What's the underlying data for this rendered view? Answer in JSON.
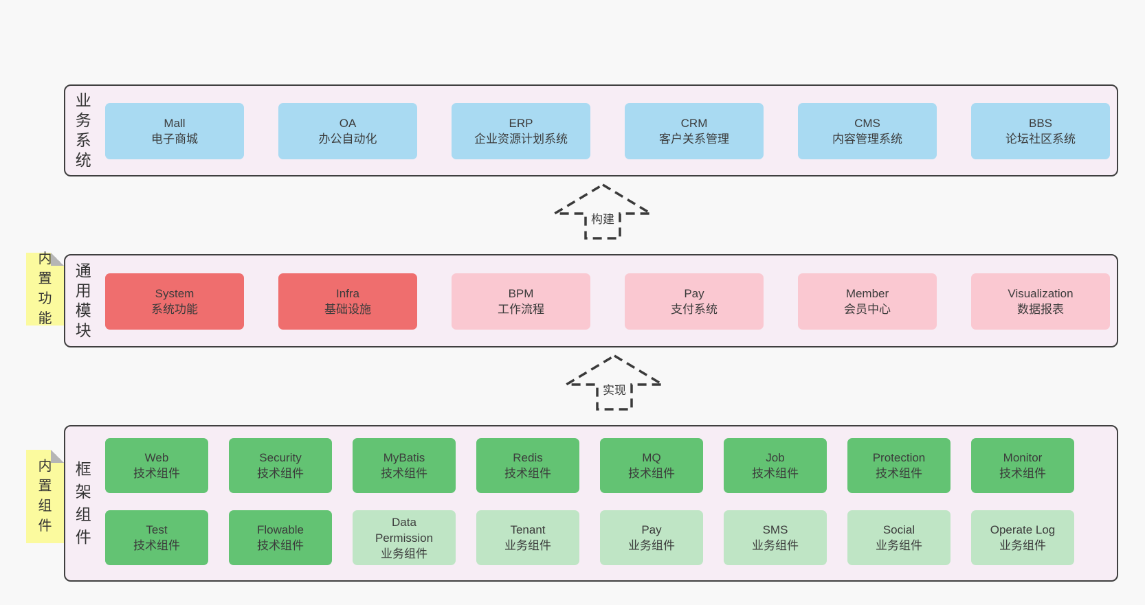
{
  "colors": {
    "page-bg": "#f8f8f8",
    "band-bg": "#f7edf5",
    "band-border": "#3f3f3f",
    "text": "#3b3b3b",
    "blue": "#a9daf2",
    "red": "#ef6e6e",
    "pink": "#fac8d1",
    "green": "#63c373",
    "lightgreen": "#bfe5c5",
    "sticky-yellow": "#fbfa9e",
    "sticky-fold": "#b5b5b5",
    "arrow": "#3a3a3a"
  },
  "bands": {
    "business": {
      "label": "业务系统",
      "boxes": [
        {
          "name": "Mall",
          "desc": "电子商城",
          "variant": "blue"
        },
        {
          "name": "OA",
          "desc": "办公自动化",
          "variant": "blue"
        },
        {
          "name": "ERP",
          "desc": "企业资源计划系统",
          "variant": "blue"
        },
        {
          "name": "CRM",
          "desc": "客户关系管理",
          "variant": "blue"
        },
        {
          "name": "CMS",
          "desc": "内容管理系统",
          "variant": "blue"
        },
        {
          "name": "BBS",
          "desc": "论坛社区系统",
          "variant": "blue"
        }
      ]
    },
    "modules": {
      "label": "通用模块",
      "sticky": "内置功能",
      "boxes": [
        {
          "name": "System",
          "desc": "系统功能",
          "variant": "red"
        },
        {
          "name": "Infra",
          "desc": "基础设施",
          "variant": "red"
        },
        {
          "name": "BPM",
          "desc": "工作流程",
          "variant": "pink"
        },
        {
          "name": "Pay",
          "desc": "支付系统",
          "variant": "pink"
        },
        {
          "name": "Member",
          "desc": "会员中心",
          "variant": "pink"
        },
        {
          "name": "Visualization",
          "desc": "数据报表",
          "variant": "pink"
        }
      ]
    },
    "framework": {
      "label": "框架组件",
      "sticky": "内置组件",
      "row1": [
        {
          "name": "Web",
          "desc": "技术组件",
          "variant": "green"
        },
        {
          "name": "Security",
          "desc": "技术组件",
          "variant": "green"
        },
        {
          "name": "MyBatis",
          "desc": "技术组件",
          "variant": "green"
        },
        {
          "name": "Redis",
          "desc": "技术组件",
          "variant": "green"
        },
        {
          "name": "MQ",
          "desc": "技术组件",
          "variant": "green"
        },
        {
          "name": "Job",
          "desc": "技术组件",
          "variant": "green"
        },
        {
          "name": "Protection",
          "desc": "技术组件",
          "variant": "green"
        },
        {
          "name": "Monitor",
          "desc": "技术组件",
          "variant": "green"
        }
      ],
      "row2": [
        {
          "name": "Test",
          "desc": "技术组件",
          "variant": "green"
        },
        {
          "name": "Flowable",
          "desc": "技术组件",
          "variant": "green"
        },
        {
          "name": "Data Permission",
          "desc": "业务组件",
          "variant": "lightgreen"
        },
        {
          "name": "Tenant",
          "desc": "业务组件",
          "variant": "lightgreen"
        },
        {
          "name": "Pay",
          "desc": "业务组件",
          "variant": "lightgreen"
        },
        {
          "name": "SMS",
          "desc": "业务组件",
          "variant": "lightgreen"
        },
        {
          "name": "Social",
          "desc": "业务组件",
          "variant": "lightgreen"
        },
        {
          "name": "Operate Log",
          "desc": "业务组件",
          "variant": "lightgreen"
        }
      ]
    }
  },
  "arrows": {
    "build": "构建",
    "implement": "实现"
  }
}
